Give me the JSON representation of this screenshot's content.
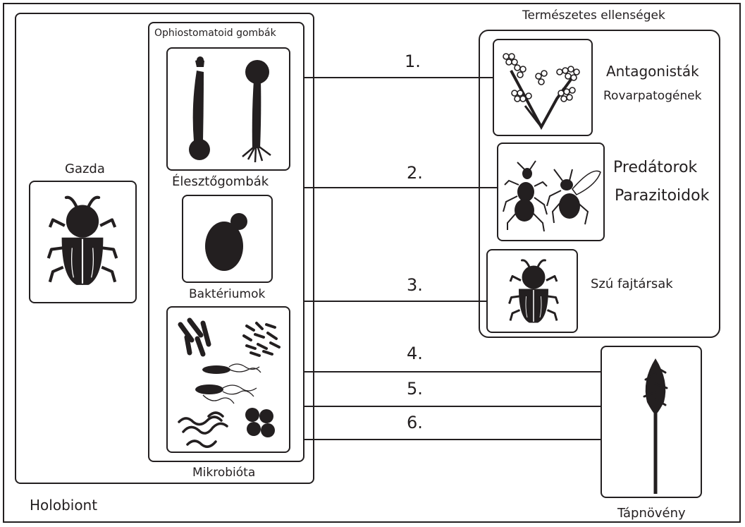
{
  "labels": {
    "holobiont": "Holobiont",
    "host": "Gazda",
    "ophiostomatoid": "Ophiostomatoid gombák",
    "yeasts": "Élesztőgombák",
    "bacteria": "Baktériumok",
    "microbiota": "Mikrobióta",
    "natural_enemies": "Természetes ellenségek",
    "antagonists": "Antagonisták",
    "insect_pathogens": "Rovarpatogének",
    "predators": "Predátorok",
    "parasitoids": "Parazitoidok",
    "conspecifics": "Szú fajtársak",
    "host_plant": "Tápnövény"
  },
  "interactions": [
    "1.",
    "2.",
    "3.",
    "4.",
    "5.",
    "6."
  ],
  "colors": {
    "ink": "#231f20",
    "background": "#ffffff"
  }
}
